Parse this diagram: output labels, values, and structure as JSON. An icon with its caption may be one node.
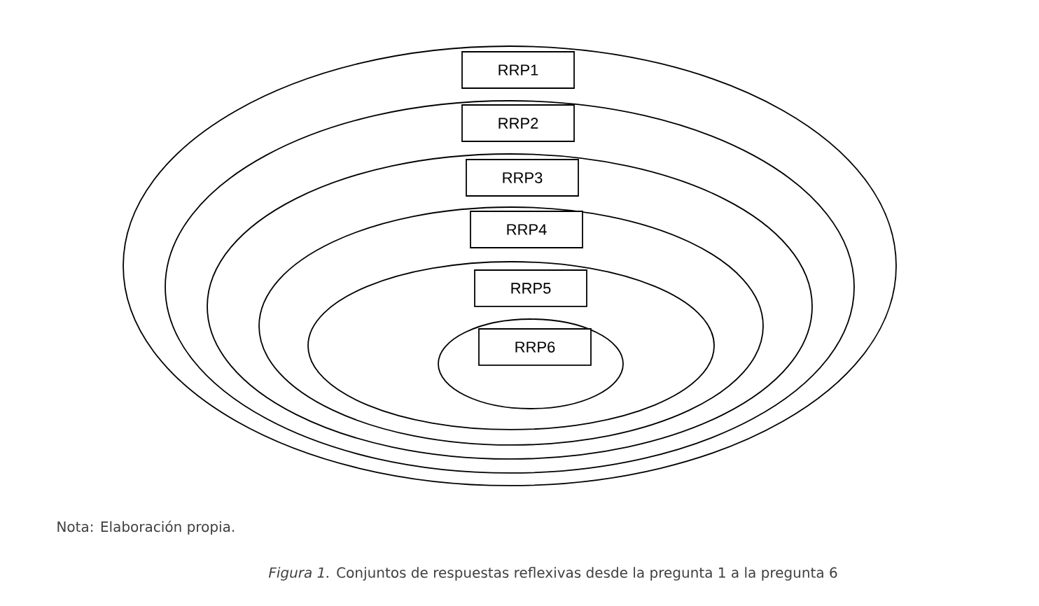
{
  "diagram": {
    "caption": "*Figura 1.* Conjuntos de respuestas reflexivas desde la pregunta 1 a la pregunta 6",
    "nodes": [
      {
        "text": [
          "RRP1"
        ]
      },
      {
        "text": [
          "RRP2"
        ],
        "in": 0
      },
      {
        "text": [
          "RRP3"
        ],
        "in": 1
      },
      {
        "text": [
          "RRP4"
        ],
        "in": 2
      },
      {
        "text": [
          "RRP5"
        ],
        "in": 3
      },
      {
        "text": [
          "RRP6"
        ],
        "in": 4
      }
    ],
    "edges": [],
    "labels": [
      "Nota: Elaboración propia."
    ]
  }
}
